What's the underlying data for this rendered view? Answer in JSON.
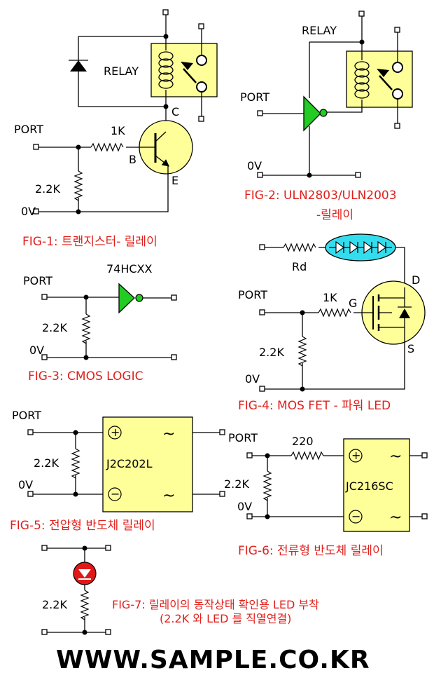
{
  "colors": {
    "caption_red": "#e0201c",
    "component_yellow": "#ffff99",
    "gate_green": "#22cc22",
    "led_cyan": "#33ddee",
    "led_red": "#e01818"
  },
  "fig1": {
    "relay": "RELAY",
    "collector": "C",
    "base": "B",
    "emitter": "E",
    "port": "PORT",
    "r_base": "1K",
    "r_pull": "2.2K",
    "ground": "0V",
    "caption": "FIG-1: 트랜지스터- 릴레이"
  },
  "fig2": {
    "relay": "RELAY",
    "port": "PORT",
    "ground": "0V",
    "caption_line1": "FIG-2: ULN2803/ULN2003",
    "caption_line2": "-릴레이"
  },
  "fig3": {
    "port": "PORT",
    "ic": "74HCXX",
    "r_pull": "2.2K",
    "ground": "0V",
    "caption": "FIG-3: CMOS LOGIC"
  },
  "fig4": {
    "rd": "Rd",
    "port": "PORT",
    "r_gate": "1K",
    "gate": "G",
    "drain": "D",
    "source": "S",
    "r_pull": "2.2K",
    "ground": "0V",
    "caption": "FIG-4: MOS FET - 파워 LED"
  },
  "fig5": {
    "port": "PORT",
    "r_pull": "2.2K",
    "ground": "0V",
    "chip": "J2C202L",
    "plus": "+",
    "minus": "−",
    "ac1": "~",
    "ac2": "~",
    "caption": "FIG-5: 전압형 반도체 릴레이"
  },
  "fig6": {
    "port": "PORT",
    "r_series": "220",
    "r_pull": "2.2K",
    "ground": "0V",
    "chip": "JC216SC",
    "plus": "+",
    "minus": "−",
    "ac1": "~",
    "ac2": "~",
    "caption": "FIG-6: 전류형 반도체 릴레이"
  },
  "fig7": {
    "r": "2.2K",
    "caption_line1": "FIG-7: 릴레이의 동작상태 확인용 LED 부착",
    "caption_line2": "(2.2K 와 LED 를 직열연결)"
  },
  "footer": {
    "site": "WWW.SAMPLE.CO.KR"
  }
}
